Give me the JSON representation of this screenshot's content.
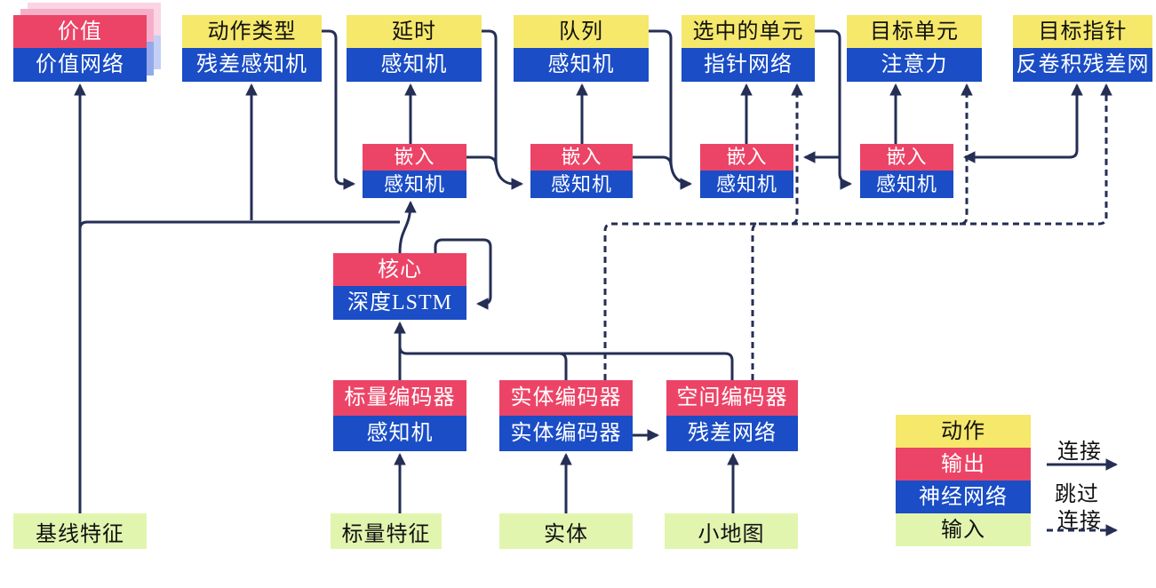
{
  "colors": {
    "action_yellow": "#F5E86B",
    "output_red": "#EC4467",
    "network_blue": "#1A4DC6",
    "input_green": "#E2F5AF",
    "connector_navy": "#252E54"
  },
  "nodes": {
    "value": {
      "top": "价值",
      "bottom": "价值网络"
    },
    "action_type": {
      "top": "动作类型",
      "bottom": "残差感知机"
    },
    "delay": {
      "top": "延时",
      "bottom": "感知机"
    },
    "queue": {
      "top": "队列",
      "bottom": "感知机"
    },
    "selected_units": {
      "top": "选中的单元",
      "bottom": "指针网络"
    },
    "target_unit": {
      "top": "目标单元",
      "bottom": "注意力"
    },
    "target_pointer": {
      "top": "目标指针",
      "bottom": "反卷积残差网"
    },
    "embed1": {
      "top": "嵌入",
      "bottom": "感知机"
    },
    "embed2": {
      "top": "嵌入",
      "bottom": "感知机"
    },
    "embed3": {
      "top": "嵌入",
      "bottom": "感知机"
    },
    "embed4": {
      "top": "嵌入",
      "bottom": "感知机"
    },
    "core": {
      "top": "核心",
      "bottom": "深度LSTM"
    },
    "scalar_encoder": {
      "top": "标量编码器",
      "bottom": "感知机"
    },
    "entity_encoder": {
      "top": "实体编码器",
      "bottom": "实体编码器"
    },
    "spatial_encoder": {
      "top": "空间编码器",
      "bottom": "残差网络"
    }
  },
  "inputs": {
    "baseline": "基线特征",
    "scalar": "标量特征",
    "entity": "实体",
    "minimap": "小地图"
  },
  "legend": {
    "action": "动作",
    "output": "输出",
    "network": "神经网络",
    "input": "输入",
    "connection": "连接",
    "skip_line1": "跳过",
    "skip_line2": "连接"
  }
}
